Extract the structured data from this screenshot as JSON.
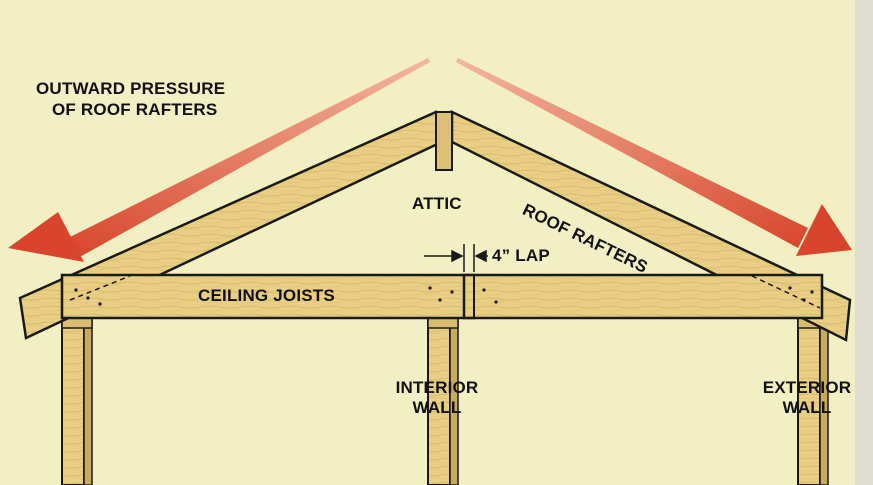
{
  "labels": {
    "outward_pressure_line1": "OUTWARD PRESSURE",
    "outward_pressure_line2": "OF ROOF RAFTERS",
    "attic": "ATTIC",
    "roof_rafters": "ROOF RAFTERS",
    "lap": "4” LAP",
    "ceiling_joists": "CEILING JOISTS",
    "interior_wall_line1": "INTERIOR",
    "interior_wall_line2": "WALL",
    "exterior_wall_line1": "EXTERIOR",
    "exterior_wall_line2": "WALL"
  },
  "colors": {
    "background": "#f2efc4",
    "wood": "#e8cf84",
    "wood_dark": "#c9a95c",
    "arrow": "#e0553a",
    "outline": "#1a1a1a"
  }
}
